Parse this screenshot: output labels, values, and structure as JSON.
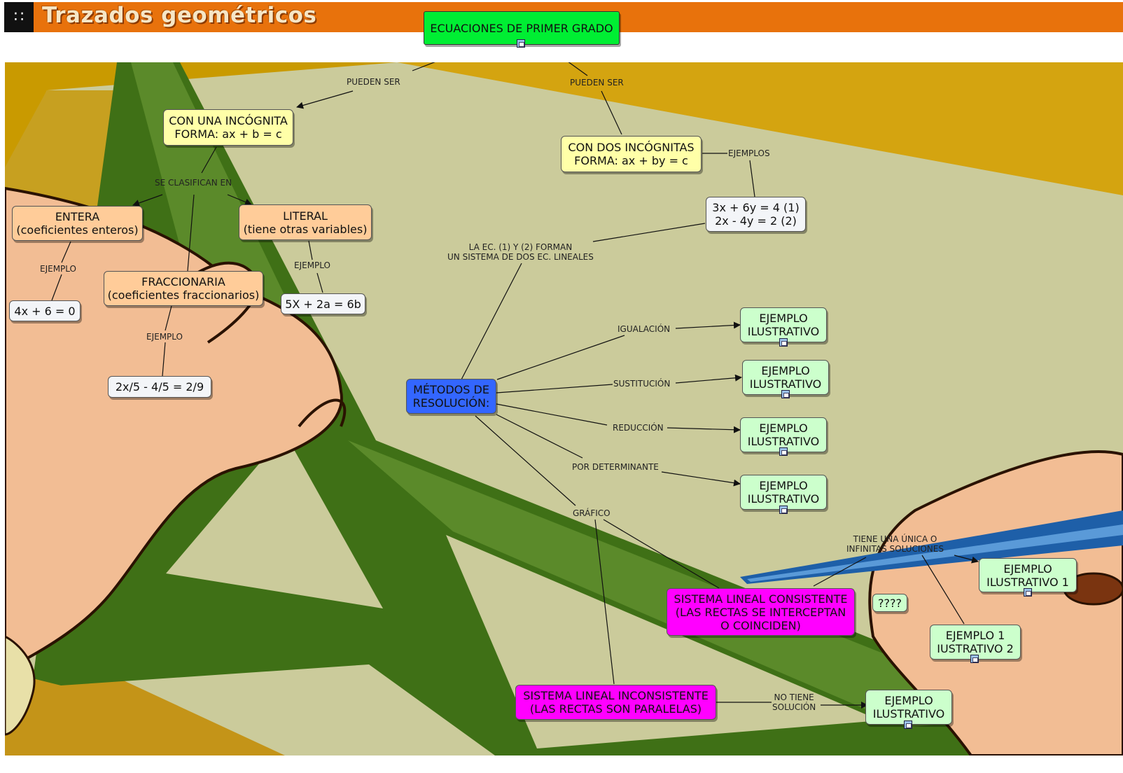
{
  "banner": {
    "title": "Trazados geométricos",
    "logo_icon": "dotted-cross-icon"
  },
  "nodes": {
    "root": {
      "lines": [
        "ECUACIONES DE PRIMER GRADO"
      ]
    },
    "una": {
      "lines": [
        "CON UNA INCÓGNITA",
        "FORMA: ax + b  = c"
      ]
    },
    "dos": {
      "lines": [
        "CON DOS INCÓGNITAS",
        "FORMA: ax + by = c"
      ]
    },
    "entera": {
      "lines": [
        "ENTERA",
        "(coeficientes enteros)"
      ]
    },
    "literal": {
      "lines": [
        "LITERAL",
        "(tiene otras variables)"
      ]
    },
    "fraccionaria": {
      "lines": [
        "FRACCIONARIA",
        "(coeficientes fraccionarios)"
      ]
    },
    "ej_entera": {
      "lines": [
        "4x + 6 = 0"
      ]
    },
    "ej_literal": {
      "lines": [
        "5X + 2a = 6b"
      ]
    },
    "ej_fracc": {
      "lines": [
        "2x/5 - 4/5 = 2/9"
      ]
    },
    "sistema": {
      "lines": [
        "3x + 6y = 4 (1)",
        "2x - 4y = 2 (2)"
      ]
    },
    "metodos": {
      "lines": [
        "MÉTODOS DE",
        "RESOLUCIÓN:"
      ]
    },
    "ej_igual": {
      "lines": [
        "EJEMPLO",
        "ILUSTRATIVO"
      ]
    },
    "ej_sust": {
      "lines": [
        "EJEMPLO",
        "ILUSTRATIVO"
      ]
    },
    "ej_red": {
      "lines": [
        "EJEMPLO",
        "ILUSTRATIVO"
      ]
    },
    "ej_det": {
      "lines": [
        "EJEMPLO",
        "ILUSTRATIVO"
      ]
    },
    "consistente": {
      "lines": [
        "SISTEMA LINEAL CONSISTENTE",
        "(LAS RECTAS SE INTERCEPTAN",
        "O COINCIDEN)"
      ]
    },
    "inconsistente": {
      "lines": [
        "SISTEMA LINEAL INCONSISTENTE",
        "(LAS RECTAS SON PARALELAS)"
      ]
    },
    "ej_ilus1": {
      "lines": [
        "EJEMPLO",
        "ILUSTRATIVO 1"
      ]
    },
    "ej_ilus2": {
      "lines": [
        "EJEMPLO 1",
        "IUSTRATIVO 2"
      ]
    },
    "qqq": {
      "lines": [
        "????"
      ]
    },
    "ej_incons": {
      "lines": [
        "EJEMPLO",
        "ILUSTRATIVO"
      ]
    }
  },
  "labels": {
    "pueden_ser_1": [
      "PUEDEN SER"
    ],
    "pueden_ser_2": [
      "PUEDEN SER"
    ],
    "se_clasifican": [
      "SE CLASIFICAN EN"
    ],
    "ejemplos": [
      "EJEMPLOS"
    ],
    "ejemplo_entera": [
      "EJEMPLO"
    ],
    "ejemplo_literal": [
      "EJEMPLO"
    ],
    "ejemplo_fracc": [
      "EJEMPLO"
    ],
    "forman": [
      "LA EC. (1) Y (2) FORMAN",
      "UN SISTEMA DE DOS EC. LINEALES"
    ],
    "igualacion": [
      "IGUALACIÓN"
    ],
    "sustitucion": [
      "SUSTITUCIÓN"
    ],
    "reduccion": [
      "REDUCCIÓN"
    ],
    "determinante": [
      "POR DETERMINANTE"
    ],
    "grafico": [
      "GRÁFICO"
    ],
    "unica": [
      "TIENE UNA ÚNICA O",
      "INFINITAS SOLUCIONES"
    ],
    "no_tiene": [
      "NO TIENE",
      "SOLUCIÓN"
    ]
  },
  "colors": {
    "banner": "#e8720c",
    "root": "#00ee33",
    "level1": "#ffffa8",
    "types": "#ffcc99",
    "examples": "#f3f5f8",
    "illustrative": "#ccffcc",
    "methods": "#3366ff",
    "systems": "#ff00ff"
  }
}
